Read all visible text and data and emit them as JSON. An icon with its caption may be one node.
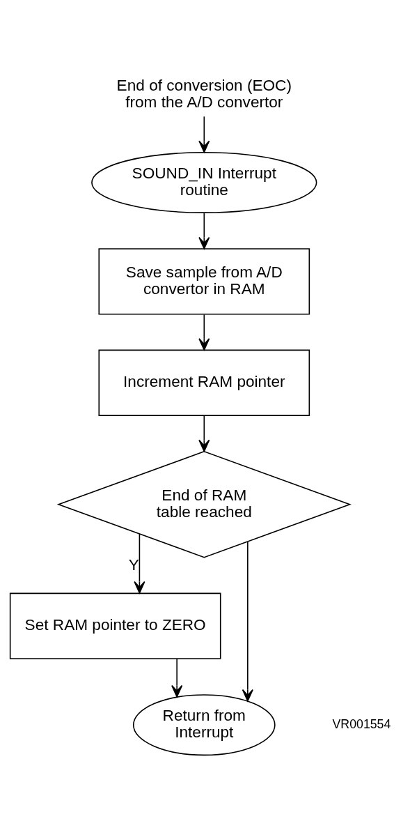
{
  "diagram": {
    "nodes": [
      {
        "text": [
          "End of conversion (EOC) from the A/D convertor"
        ]
      },
      {
        "text": [
          "SOUND_IN Interrupt routine"
        ]
      },
      {
        "text": [
          "Save sample from A/D convertor in RAM"
        ]
      },
      {
        "text": [
          "Increment RAM pointer"
        ]
      },
      {
        "text": [
          "End of RAM table reached"
        ]
      },
      {
        "text": [
          "Set RAM pointer to ZERO"
        ]
      },
      {
        "text": [
          "Return from Interrupt"
        ]
      }
    ],
    "edges": [
      {
        "from": 0,
        "to": 1,
        "arrow": "to"
      },
      {
        "from": 1,
        "to": 2,
        "arrow": "to"
      },
      {
        "from": 2,
        "to": 3,
        "arrow": "to"
      },
      {
        "from": 3,
        "to": 4,
        "arrow": "to"
      },
      {
        "from": 4,
        "to": 5,
        "arrow": "to",
        "label": "Y"
      },
      {
        "from": 4,
        "to": 6,
        "arrow": "to"
      },
      {
        "from": 5,
        "to": 6,
        "arrow": "to"
      }
    ],
    "labels": [
      "VR001554"
    ]
  }
}
